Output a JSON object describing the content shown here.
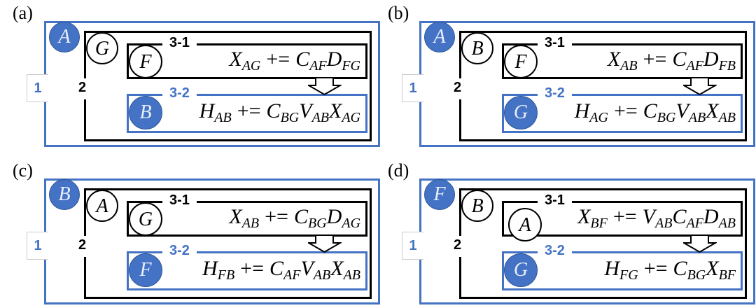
{
  "colors": {
    "accent": "#4472C4",
    "line": "#000000"
  },
  "common": {
    "loop1": "1",
    "loop2": "2",
    "loop31": "3-1",
    "loop32": "3-2"
  },
  "panels": [
    {
      "label": "(a)",
      "outer": "A",
      "mid": "G",
      "inner": "F",
      "bottom": "B",
      "bottom_blue": true,
      "eq1": [
        {
          "b": "X",
          "s": "AG"
        },
        {
          "op": "+="
        },
        {
          "b": "C",
          "s": "AF"
        },
        {
          "b": "D",
          "s": "FG"
        }
      ],
      "eq2": [
        {
          "b": "H",
          "s": "AB"
        },
        {
          "op": "+="
        },
        {
          "b": "C",
          "s": "BG"
        },
        {
          "b": "V",
          "s": "AB"
        },
        {
          "b": "X",
          "s": "AG"
        }
      ]
    },
    {
      "label": "(b)",
      "outer": "A",
      "mid": "B",
      "inner": "F",
      "bottom": "G",
      "bottom_blue": true,
      "eq1": [
        {
          "b": "X",
          "s": "AB"
        },
        {
          "op": "+="
        },
        {
          "b": "C",
          "s": "AF"
        },
        {
          "b": "D",
          "s": "FB"
        }
      ],
      "eq2": [
        {
          "b": "H",
          "s": "AG"
        },
        {
          "op": "+="
        },
        {
          "b": "C",
          "s": "BG"
        },
        {
          "b": "V",
          "s": "AB"
        },
        {
          "b": "X",
          "s": "AB"
        }
      ]
    },
    {
      "label": "(c)",
      "outer": "B",
      "mid": "A",
      "inner": "G",
      "bottom": "F",
      "bottom_blue": true,
      "eq1": [
        {
          "b": "X",
          "s": "AB"
        },
        {
          "op": "+="
        },
        {
          "b": "C",
          "s": "BG"
        },
        {
          "b": "D",
          "s": "AG"
        }
      ],
      "eq2": [
        {
          "b": "H",
          "s": "FB"
        },
        {
          "op": "+="
        },
        {
          "b": "C",
          "s": "AF"
        },
        {
          "b": "V",
          "s": "AB"
        },
        {
          "b": "X",
          "s": "AB"
        }
      ]
    },
    {
      "label": "(d)",
      "outer": "F",
      "mid": "B",
      "inner": "A",
      "bottom": "G",
      "bottom_blue": true,
      "eq1": [
        {
          "b": "X",
          "s": "BF"
        },
        {
          "op": "+="
        },
        {
          "b": "V",
          "s": "AB"
        },
        {
          "b": "C",
          "s": "AF"
        },
        {
          "b": "D",
          "s": "AB"
        }
      ],
      "eq2": [
        {
          "b": "H",
          "s": "FG"
        },
        {
          "op": "+="
        },
        {
          "b": "C",
          "s": "BG"
        },
        {
          "b": "X",
          "s": "BF"
        }
      ]
    }
  ]
}
